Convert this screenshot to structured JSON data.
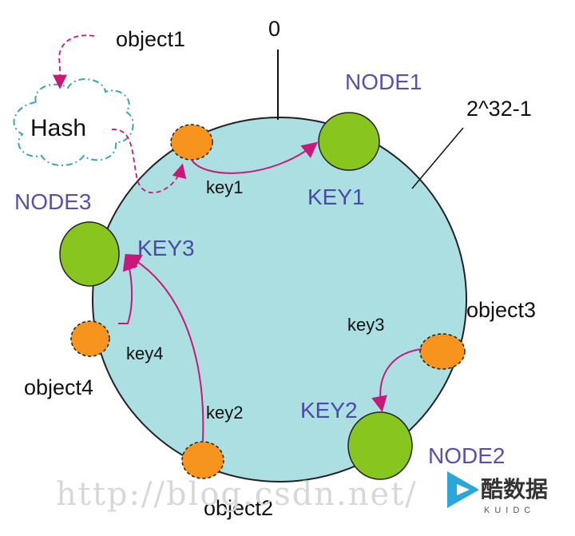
{
  "ring": {
    "top_label": "0",
    "max_label": "2^32-1"
  },
  "hash_cloud": {
    "label": "Hash"
  },
  "objects": {
    "object1": "object1",
    "object2": "object2",
    "object3": "object3",
    "object4": "object4"
  },
  "nodes": {
    "node1": "NODE1",
    "node2": "NODE2",
    "node3": "NODE3"
  },
  "node_keys": {
    "key1": "KEY1",
    "key2": "KEY2",
    "key3": "KEY3"
  },
  "edge_keys": {
    "key1": "key1",
    "key2": "key2",
    "key3": "key3",
    "key4": "key4"
  },
  "watermark": {
    "text": "http://blog.csdn.net/",
    "brand": "酷数据",
    "brand_sub": "KUIDC"
  },
  "colors": {
    "ring_fill": "#abdfe2",
    "node_fill": "#88c61f",
    "object_fill": "#f7941d",
    "arrow": "#c8187a",
    "cloud_stroke": "#3aa6a6",
    "text_node": "#5a50a8"
  }
}
